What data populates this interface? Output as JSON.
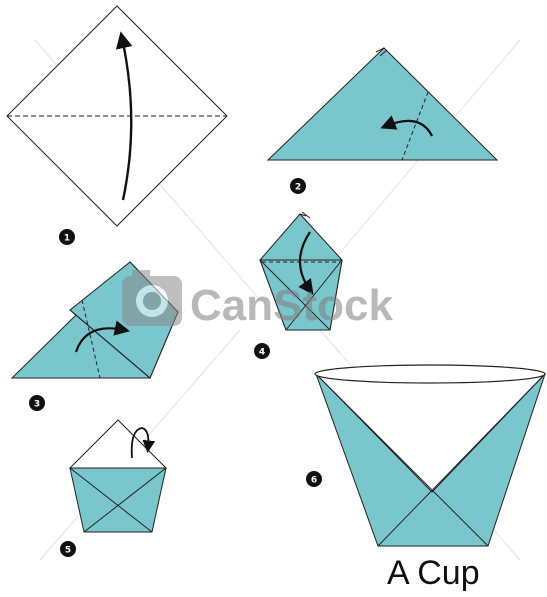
{
  "caption": "A Cup",
  "watermark": {
    "text": "CanStock",
    "icon": "camera-logo-icon"
  },
  "steps": [
    {
      "number": "1",
      "icon": "fold-up-arrow-icon"
    },
    {
      "number": "2",
      "icon": "fold-left-arrow-icon"
    },
    {
      "number": "3",
      "icon": "fold-right-arrow-icon"
    },
    {
      "number": "4",
      "icon": "fold-down-arrow-icon"
    },
    {
      "number": "5",
      "icon": "fold-back-arrow-icon"
    },
    {
      "number": "6",
      "icon": "finished-cup"
    }
  ],
  "colors": {
    "paper_front": "#ffffff",
    "paper_back": "#79c6cc",
    "outline": "#222222",
    "watermark": "#9a9a9a"
  }
}
